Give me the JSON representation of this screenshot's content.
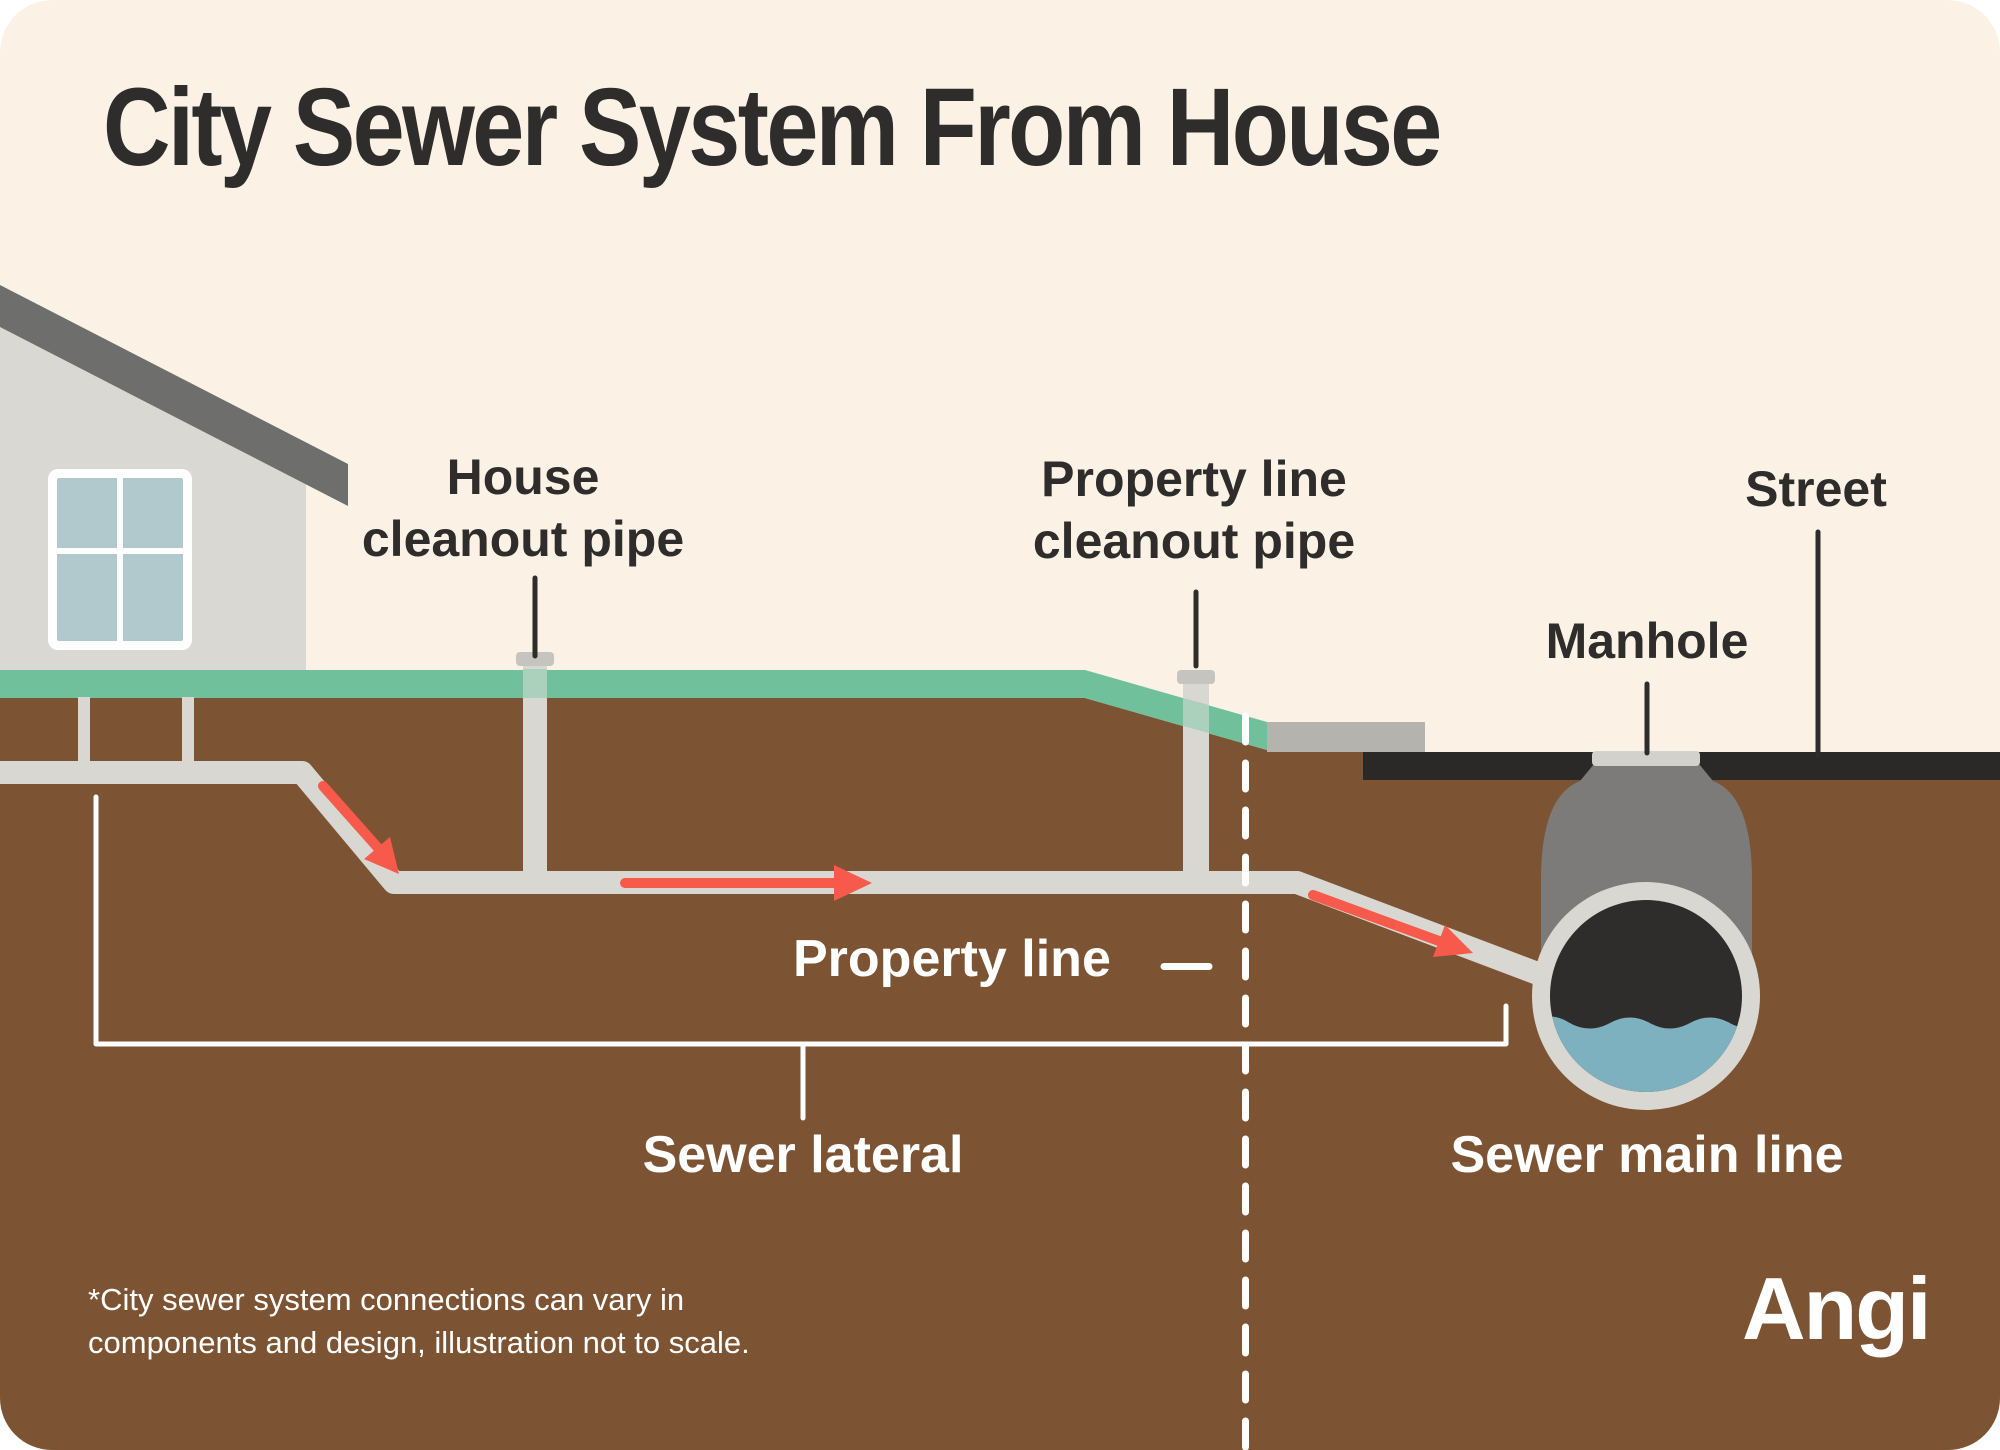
{
  "title": "City Sewer System From House",
  "labels": {
    "house_cleanout": [
      "House",
      "cleanout pipe"
    ],
    "property_line_cleanout": [
      "Property line",
      "cleanout pipe"
    ],
    "street": "Street",
    "manhole": "Manhole",
    "property_line": "Property line",
    "sewer_lateral": "Sewer lateral",
    "sewer_main_line": "Sewer main line"
  },
  "footnote": [
    "*City sewer system connections can vary in",
    "components and design, illustration not to scale."
  ],
  "logo": "Angi",
  "colors": {
    "background": "#FBF1E4",
    "ink": "#2E2D2B",
    "white": "#FFFFFF",
    "grass": "#6FC09B",
    "grass_over_pipe": "#ABD0BC",
    "soil": "#7C5433",
    "pipe": "#D8D7D2",
    "pipe_cap": "#C5C4BF",
    "manhole_cap": "#D2D1CC",
    "manhole_body": "#7C7B79",
    "asphalt": "#2A2927",
    "curb": "#B5B3AE",
    "sewage_dark": "#2E2D2B",
    "water": "#7EB1C0",
    "flow_arrow": "#F7594A",
    "house_wall": "#D9D8D3",
    "roof": "#6E6E6C",
    "window_pane": "#B1C9CC"
  }
}
